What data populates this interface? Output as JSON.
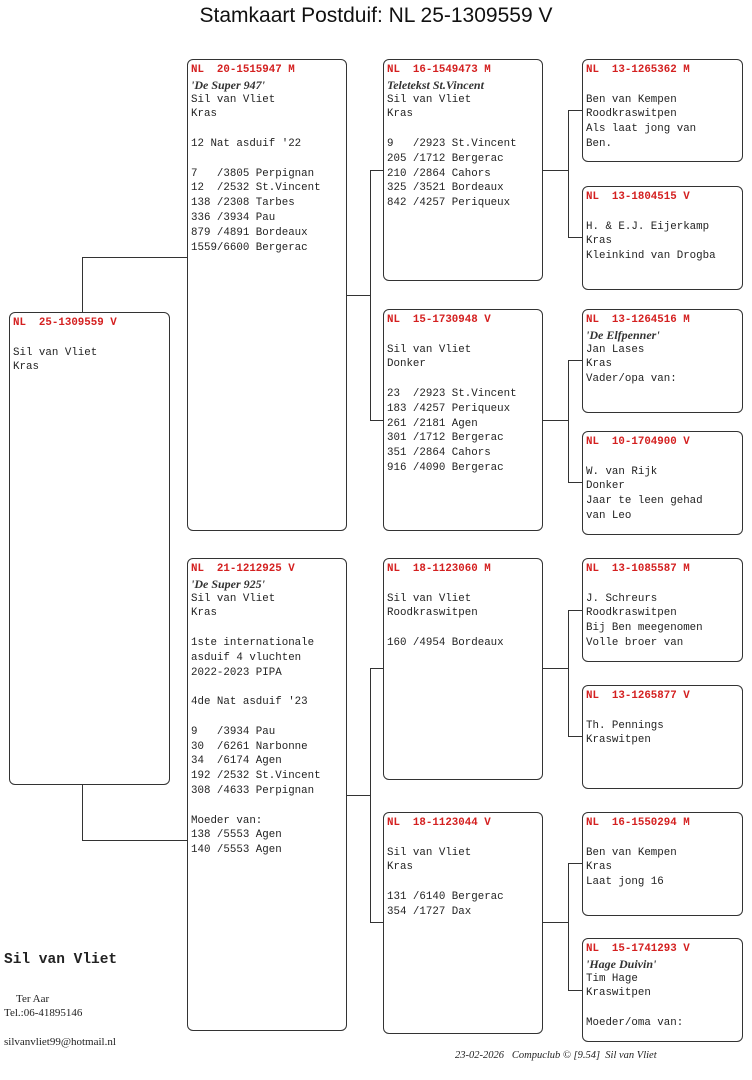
{
  "title": "Stamkaart Postduif: NL  25-1309559 V",
  "boxes": [
    {
      "id": "subject",
      "ring": "NL  25-1309559 V",
      "name": "",
      "lines": [
        "Sil van Vliet",
        "Kras"
      ]
    },
    {
      "id": "sire",
      "ring": "NL  20-1515947 M",
      "name": "'De Super 947'",
      "lines": [
        "Sil van Vliet",
        "Kras",
        "",
        "12 Nat asduif '22",
        "",
        "7   /3805 Perpignan",
        "12  /2532 St.Vincent",
        "138 /2308 Tarbes",
        "336 /3934 Pau",
        "879 /4891 Bordeaux",
        "1559/6600 Bergerac"
      ]
    },
    {
      "id": "dam",
      "ring": "NL  21-1212925 V",
      "name": "'De Super 925'",
      "lines": [
        "Sil van Vliet",
        "Kras",
        "",
        "1ste internationale",
        "asduif 4 vluchten",
        "2022-2023 PIPA",
        "",
        "4de Nat asduif '23",
        "",
        "9   /3934 Pau",
        "30  /6261 Narbonne",
        "34  /6174 Agen",
        "192 /2532 St.Vincent",
        "308 /4633 Perpignan",
        "",
        "Moeder van:",
        "138 /5553 Agen",
        "140 /5553 Agen"
      ]
    },
    {
      "id": "sire-sire",
      "ring": "NL  16-1549473 M",
      "name": "Teletekst St.Vincent",
      "lines": [
        "Sil van Vliet",
        "Kras",
        "",
        "9   /2923 St.Vincent",
        "205 /1712 Bergerac",
        "210 /2864 Cahors",
        "325 /3521 Bordeaux",
        "842 /4257 Periqueux"
      ]
    },
    {
      "id": "sire-dam",
      "ring": "NL  15-1730948 V",
      "name": "",
      "lines": [
        "Sil van Vliet",
        "Donker",
        "",
        "23  /2923 St.Vincent",
        "183 /4257 Periqueux",
        "261 /2181 Agen",
        "301 /1712 Bergerac",
        "351 /2864 Cahors",
        "916 /4090 Bergerac"
      ]
    },
    {
      "id": "dam-sire",
      "ring": "NL  18-1123060 M",
      "name": "",
      "lines": [
        "Sil van Vliet",
        "Roodkraswitpen",
        "",
        "160 /4954 Bordeaux"
      ]
    },
    {
      "id": "dam-dam",
      "ring": "NL  18-1123044 V",
      "name": "",
      "lines": [
        "Sil van Vliet",
        "Kras",
        "",
        "131 /6140 Bergerac",
        "354 /1727 Dax"
      ]
    },
    {
      "id": "ss-sire",
      "ring": "NL  13-1265362 M",
      "name": "",
      "lines": [
        "Ben van Kempen",
        "Roodkraswitpen",
        "Als laat jong van",
        "Ben."
      ]
    },
    {
      "id": "ss-dam",
      "ring": "NL  13-1804515 V",
      "name": "",
      "lines": [
        "H. & E.J. Eijerkamp",
        "Kras",
        "Kleinkind van Drogba"
      ]
    },
    {
      "id": "sd-sire",
      "ring": "NL  13-1264516 M",
      "name": "'De Elfpenner'",
      "lines": [
        "Jan Lases",
        "Kras",
        "Vader/opa van:"
      ]
    },
    {
      "id": "sd-dam",
      "ring": "NL  10-1704900 V",
      "name": "",
      "lines": [
        "W. van Rijk",
        "Donker",
        "Jaar te leen gehad",
        "van Leo"
      ]
    },
    {
      "id": "ds-sire",
      "ring": "NL  13-1085587 M",
      "name": "",
      "lines": [
        "J. Schreurs",
        "Roodkraswitpen",
        "Bij Ben meegenomen",
        "Volle broer van"
      ]
    },
    {
      "id": "ds-dam",
      "ring": "NL  13-1265877 V",
      "name": "",
      "lines": [
        "Th. Pennings",
        "Kraswitpen"
      ]
    },
    {
      "id": "dd-sire",
      "ring": "NL  16-1550294 M",
      "name": "",
      "lines": [
        "Ben van Kempen",
        "Kras",
        "Laat jong 16"
      ]
    },
    {
      "id": "dd-dam",
      "ring": "NL  15-1741293 V",
      "name": "'Hage Duivin'",
      "lines": [
        "Tim Hage",
        "Kraswitpen",
        "",
        "Moeder/oma van:"
      ]
    }
  ],
  "owner": {
    "name": "Sil van Vliet",
    "city": "Ter Aar",
    "phone": "Tel.:06-41895146",
    "email": "silvanvliet99@hotmail.nl"
  },
  "footer": "23-02-2026   Compuclub © [9.54]  Sil van Vliet"
}
